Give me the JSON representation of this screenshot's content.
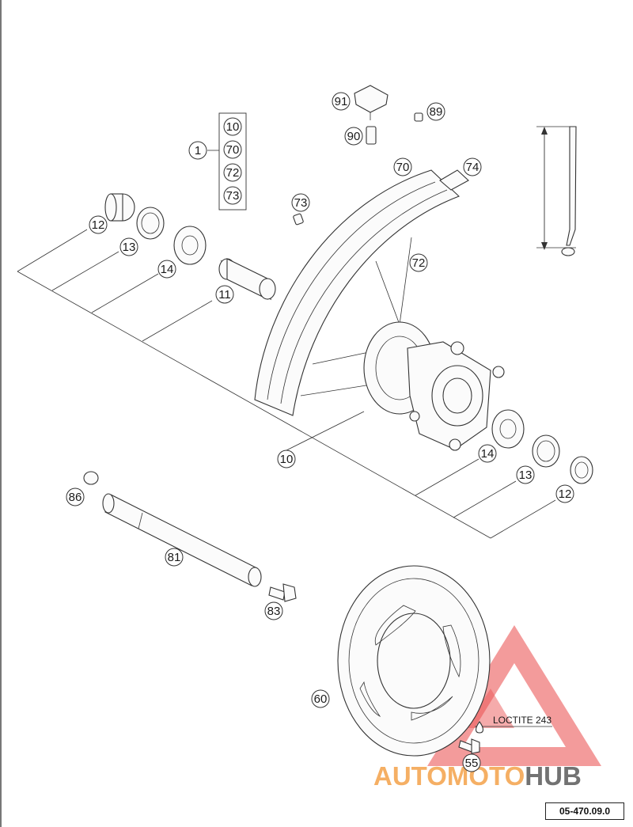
{
  "diagram": {
    "reference_code": "05-470.09.0",
    "watermark": {
      "text_a": "AUTOMOTO",
      "text_b": "HUB",
      "color_a": "#f4a24a",
      "color_b": "#5a5a5a",
      "triangle_color": "#e83a3a"
    },
    "kit_group": {
      "label": "1",
      "members": [
        "10",
        "70",
        "72",
        "73"
      ]
    },
    "callouts": [
      {
        "id": "c91",
        "label": "91"
      },
      {
        "id": "c89",
        "label": "89"
      },
      {
        "id": "c90",
        "label": "90"
      },
      {
        "id": "c70a",
        "label": "70"
      },
      {
        "id": "c74",
        "label": "74"
      },
      {
        "id": "c73b",
        "label": "73"
      },
      {
        "id": "c72b",
        "label": "72"
      },
      {
        "id": "c12a",
        "label": "12"
      },
      {
        "id": "c13a",
        "label": "13"
      },
      {
        "id": "c14a",
        "label": "14"
      },
      {
        "id": "c11",
        "label": "11"
      },
      {
        "id": "c10b",
        "label": "10"
      },
      {
        "id": "c14b",
        "label": "14"
      },
      {
        "id": "c13b",
        "label": "13"
      },
      {
        "id": "c12b",
        "label": "12"
      },
      {
        "id": "c86",
        "label": "86"
      },
      {
        "id": "c81",
        "label": "81"
      },
      {
        "id": "c83",
        "label": "83"
      },
      {
        "id": "c60",
        "label": "60"
      },
      {
        "id": "c55",
        "label": "55"
      }
    ],
    "note_loctite": "LOCTITE 243"
  }
}
